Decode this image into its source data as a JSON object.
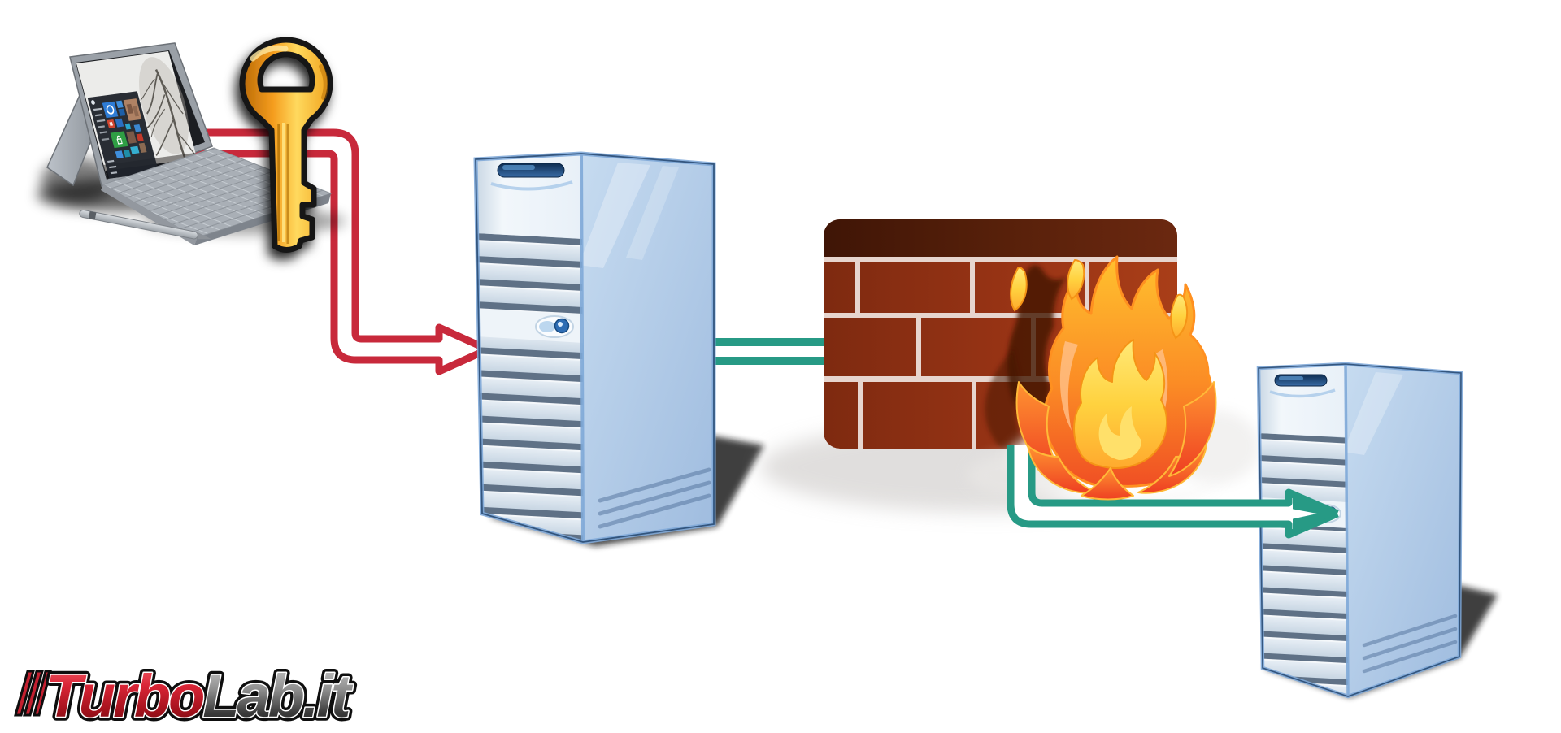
{
  "page": {
    "background_color": "#ffffff"
  },
  "logo": {
    "text": "TurboLab.it",
    "part_red": "Turbo",
    "part_gray": "Lab.it",
    "red_color": "#c32030",
    "gray_color": "#4a4a4a"
  },
  "diagram": {
    "nodes": [
      {
        "id": "client-laptop",
        "icon": "windows-laptop-icon"
      },
      {
        "id": "auth-key",
        "icon": "gold-key-icon"
      },
      {
        "id": "middle-server",
        "icon": "server-tower-icon"
      },
      {
        "id": "firewall",
        "icon": "brick-wall-fire-icon"
      },
      {
        "id": "remote-server",
        "icon": "server-tower-icon"
      }
    ],
    "connections": [
      {
        "from": "client-laptop",
        "to": "middle-server",
        "color": "#c8293b",
        "style": "hollow-elbow-arrow"
      },
      {
        "from": "middle-server",
        "to": "firewall",
        "color": "#279a85",
        "style": "hollow-band"
      },
      {
        "from": "firewall",
        "to": "remote-server",
        "color": "#279a85",
        "style": "hollow-elbow-arrow"
      }
    ],
    "palette": {
      "arrow_red": "#c8293b",
      "arrow_teal": "#279a85",
      "brick": "#993415",
      "brick_dark": "#57200a",
      "mortar": "#e7d5ce",
      "server_blue": "#aac6e4",
      "key_gold": "#f5a81f",
      "fire_orange": "#f97f23",
      "fire_yellow": "#ffd23f"
    }
  }
}
